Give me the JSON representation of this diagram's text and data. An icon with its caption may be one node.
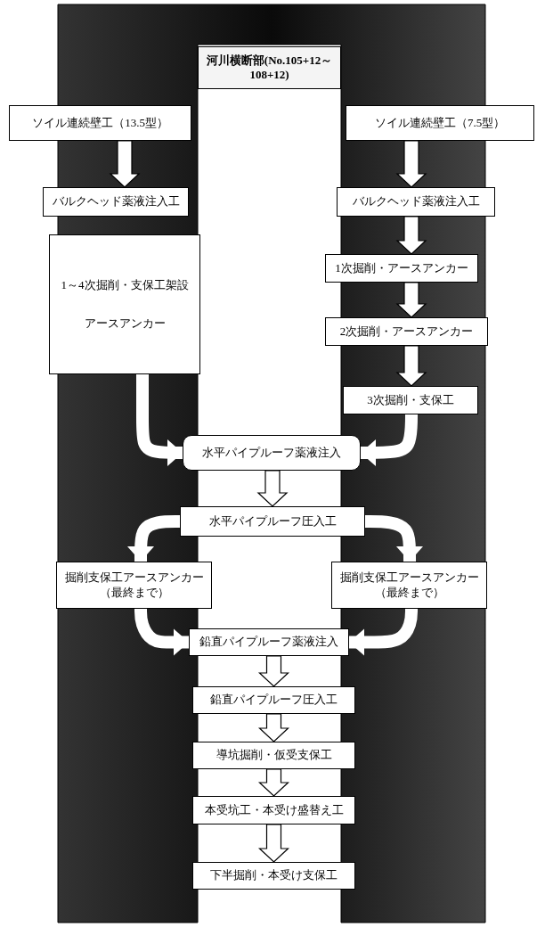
{
  "diagram": {
    "nodes": [
      {
        "text": [
          "河川横断部(No.105+12～108+12)"
        ]
      },
      {
        "text": [
          "ソイル連続壁工（13.5型）"
        ]
      },
      {
        "text": [
          "ソイル連続壁工（7.5型）"
        ]
      },
      {
        "text": [
          "バルクヘッド薬液注入工"
        ]
      },
      {
        "text": [
          "バルクヘッド薬液注入工"
        ]
      },
      {
        "text": [
          "1～4次掘削・支保工架設",
          "アースアンカー"
        ]
      },
      {
        "text": [
          "1次掘削・アースアンカー"
        ]
      },
      {
        "text": [
          "2次掘削・アースアンカー"
        ]
      },
      {
        "text": [
          "3次掘削・支保工"
        ]
      },
      {
        "text": [
          "水平パイプルーフ薬液注入"
        ]
      },
      {
        "text": [
          "水平パイプルーフ圧入工"
        ]
      },
      {
        "text": [
          "掘削支保工アースアンカー（最終まで）"
        ]
      },
      {
        "text": [
          "掘削支保工アースアンカー（最終まで）"
        ]
      },
      {
        "text": [
          "鉛直パイプルーフ薬液注入"
        ]
      },
      {
        "text": [
          "鉛直パイプルーフ圧入工"
        ]
      },
      {
        "text": [
          "導坑掘削・仮受支保工"
        ]
      },
      {
        "text": [
          "本受坑工・本受け盛替え工"
        ]
      },
      {
        "text": [
          "下半掘削・本受け支保工"
        ]
      }
    ],
    "edges": [
      {
        "from": 1,
        "to": 3,
        "arrow": "to"
      },
      {
        "from": 2,
        "to": 4,
        "arrow": "to"
      },
      {
        "from": 4,
        "to": 6,
        "arrow": "to"
      },
      {
        "from": 6,
        "to": 7,
        "arrow": "to"
      },
      {
        "from": 7,
        "to": 8,
        "arrow": "to"
      },
      {
        "from": 5,
        "to": 9,
        "arrow": "to"
      },
      {
        "from": 8,
        "to": 9,
        "arrow": "to"
      },
      {
        "from": 9,
        "to": 10,
        "arrow": "to"
      },
      {
        "from": 10,
        "to": 11,
        "arrow": "to"
      },
      {
        "from": 10,
        "to": 12,
        "arrow": "to"
      },
      {
        "from": 11,
        "to": 13,
        "arrow": "to"
      },
      {
        "from": 12,
        "to": 13,
        "arrow": "to"
      },
      {
        "from": 13,
        "to": 14,
        "arrow": "to"
      },
      {
        "from": 14,
        "to": 15,
        "arrow": "to"
      },
      {
        "from": 15,
        "to": 16,
        "arrow": "to"
      },
      {
        "from": 16,
        "to": 17,
        "arrow": "to"
      }
    ]
  }
}
